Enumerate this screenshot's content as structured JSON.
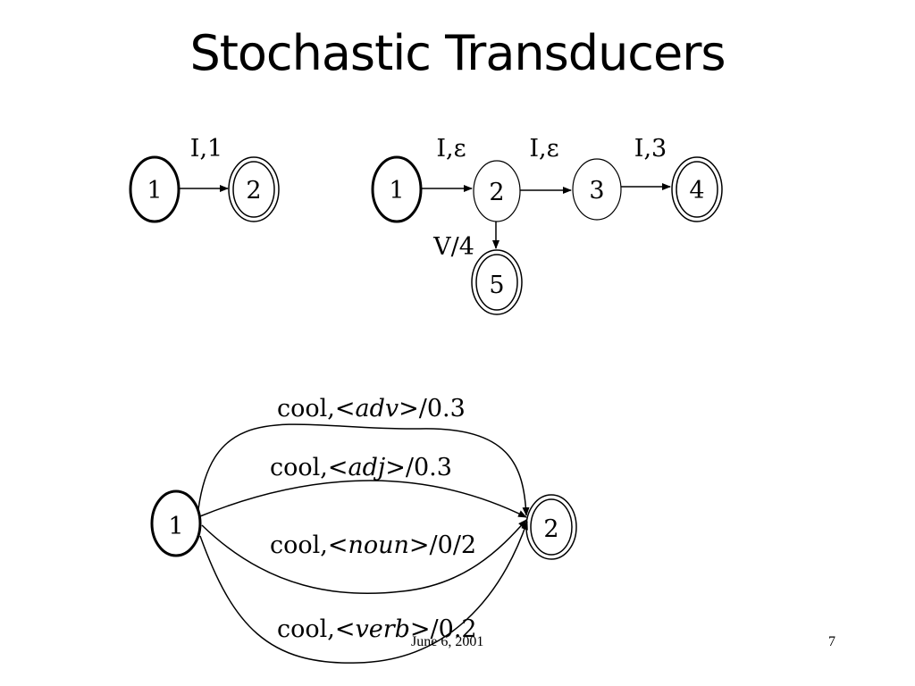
{
  "title": "Stochastic Transducers",
  "diagram_a": {
    "nodes": [
      "1",
      "2"
    ],
    "edge_label": "I,1"
  },
  "diagram_b": {
    "nodes": [
      "1",
      "2",
      "3",
      "4",
      "5"
    ],
    "edge_labels": [
      "I,ε",
      "I,ε",
      "I,3",
      "V/4"
    ]
  },
  "diagram_c": {
    "nodes": [
      "1",
      "2"
    ],
    "edges": [
      {
        "prefix": "cool,<",
        "tag": "adv",
        "suffix": ">/0.3"
      },
      {
        "prefix": "cool,<",
        "tag": "adj",
        "suffix": ">/0.3"
      },
      {
        "prefix": "cool,<",
        "tag": "noun",
        "suffix": ">/0/2"
      },
      {
        "prefix": "cool,<",
        "tag": "verb",
        "suffix": ">/0.2"
      }
    ]
  },
  "footer": {
    "date": "June 6, 2001",
    "page": "7"
  }
}
